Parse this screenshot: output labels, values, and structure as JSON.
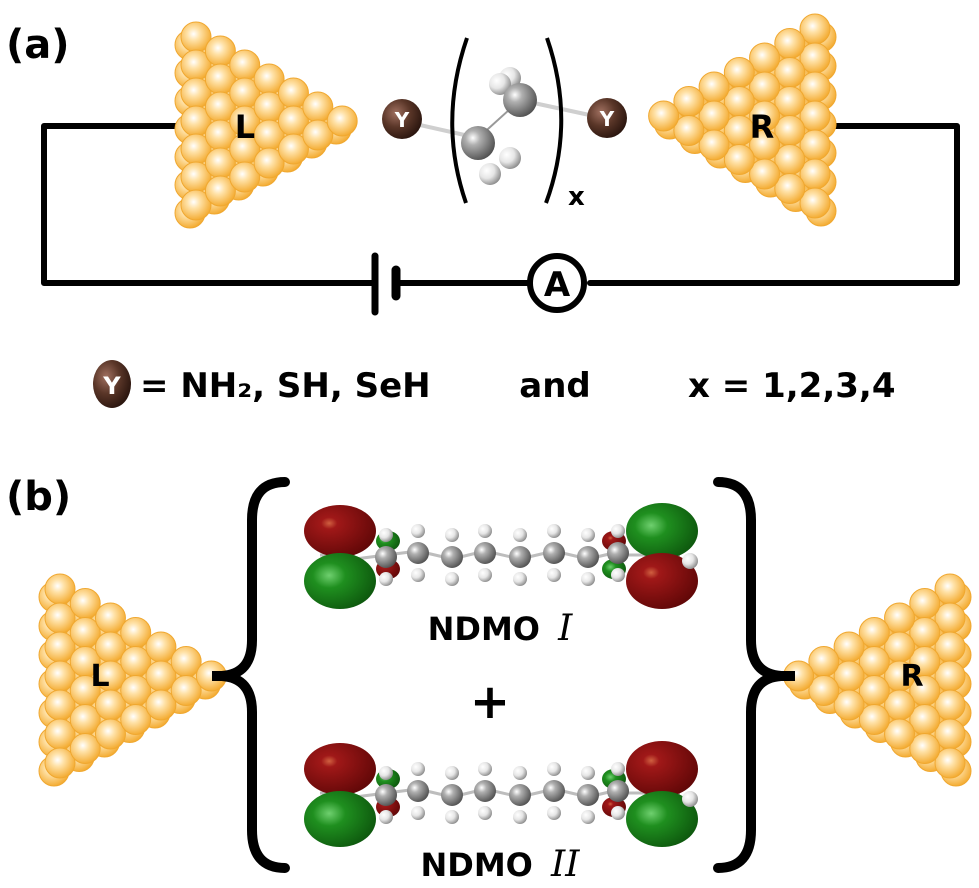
{
  "panel_a": {
    "label": "(a)",
    "left_electrode_label": "L",
    "right_electrode_label": "R",
    "anchor_label": "Y",
    "repeat_subscript": "x",
    "ammeter_label": "A",
    "legend": {
      "anchor_symbol": "Y",
      "anchor_text": "= NH₂, SH, SeH",
      "conjunction": "and",
      "repeat_text": "x = 1,2,3,4"
    }
  },
  "panel_b": {
    "label": "(b)",
    "left_electrode_label": "L",
    "right_electrode_label": "R",
    "orbital_1_label": "NDMO",
    "orbital_1_numeral": "I",
    "plus_sign": "+",
    "orbital_2_label": "NDMO",
    "orbital_2_numeral": "II"
  },
  "colors": {
    "gold": "#f5b642",
    "gold_light": "#fff4d8",
    "anchor_brown": "#5a3628",
    "orbital_red": "#8b1010",
    "orbital_green": "#1f8a1f",
    "carbon": "#8a8a8a",
    "hydrogen": "#e8e8e8",
    "wire": "#000000"
  }
}
